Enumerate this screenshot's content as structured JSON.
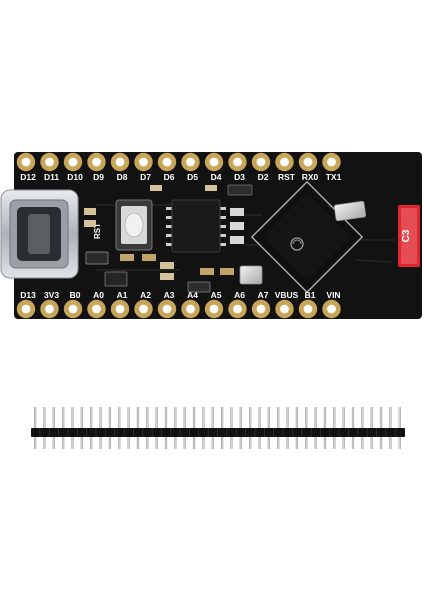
{
  "board": {
    "name": "ESP32-C3 microcontroller board with USB-C connector",
    "top_pin_labels": [
      "D12",
      "D11",
      "D10",
      "D9",
      "D8",
      "D7",
      "D6",
      "D5",
      "D4",
      "D3",
      "D2",
      "RST",
      "RX0",
      "TX1"
    ],
    "bottom_pin_labels": [
      "D13",
      "3V3",
      "B0",
      "A0",
      "A1",
      "A2",
      "A3",
      "A4",
      "A5",
      "A6",
      "A7",
      "VBUS",
      "B1",
      "VIN"
    ],
    "reset_label": "RST",
    "chip_badge": "C3",
    "colors": {
      "pcb": "#121212",
      "pad_gold": "#c9a55a",
      "pad_center": "#ffffff",
      "usb_metal": "#c8cbd0",
      "badge_red": "#e0262f"
    }
  },
  "pin_header": {
    "pin_count": 40,
    "colors": {
      "plastic": "#111111",
      "pin_metal": "#b9b9b9"
    }
  }
}
